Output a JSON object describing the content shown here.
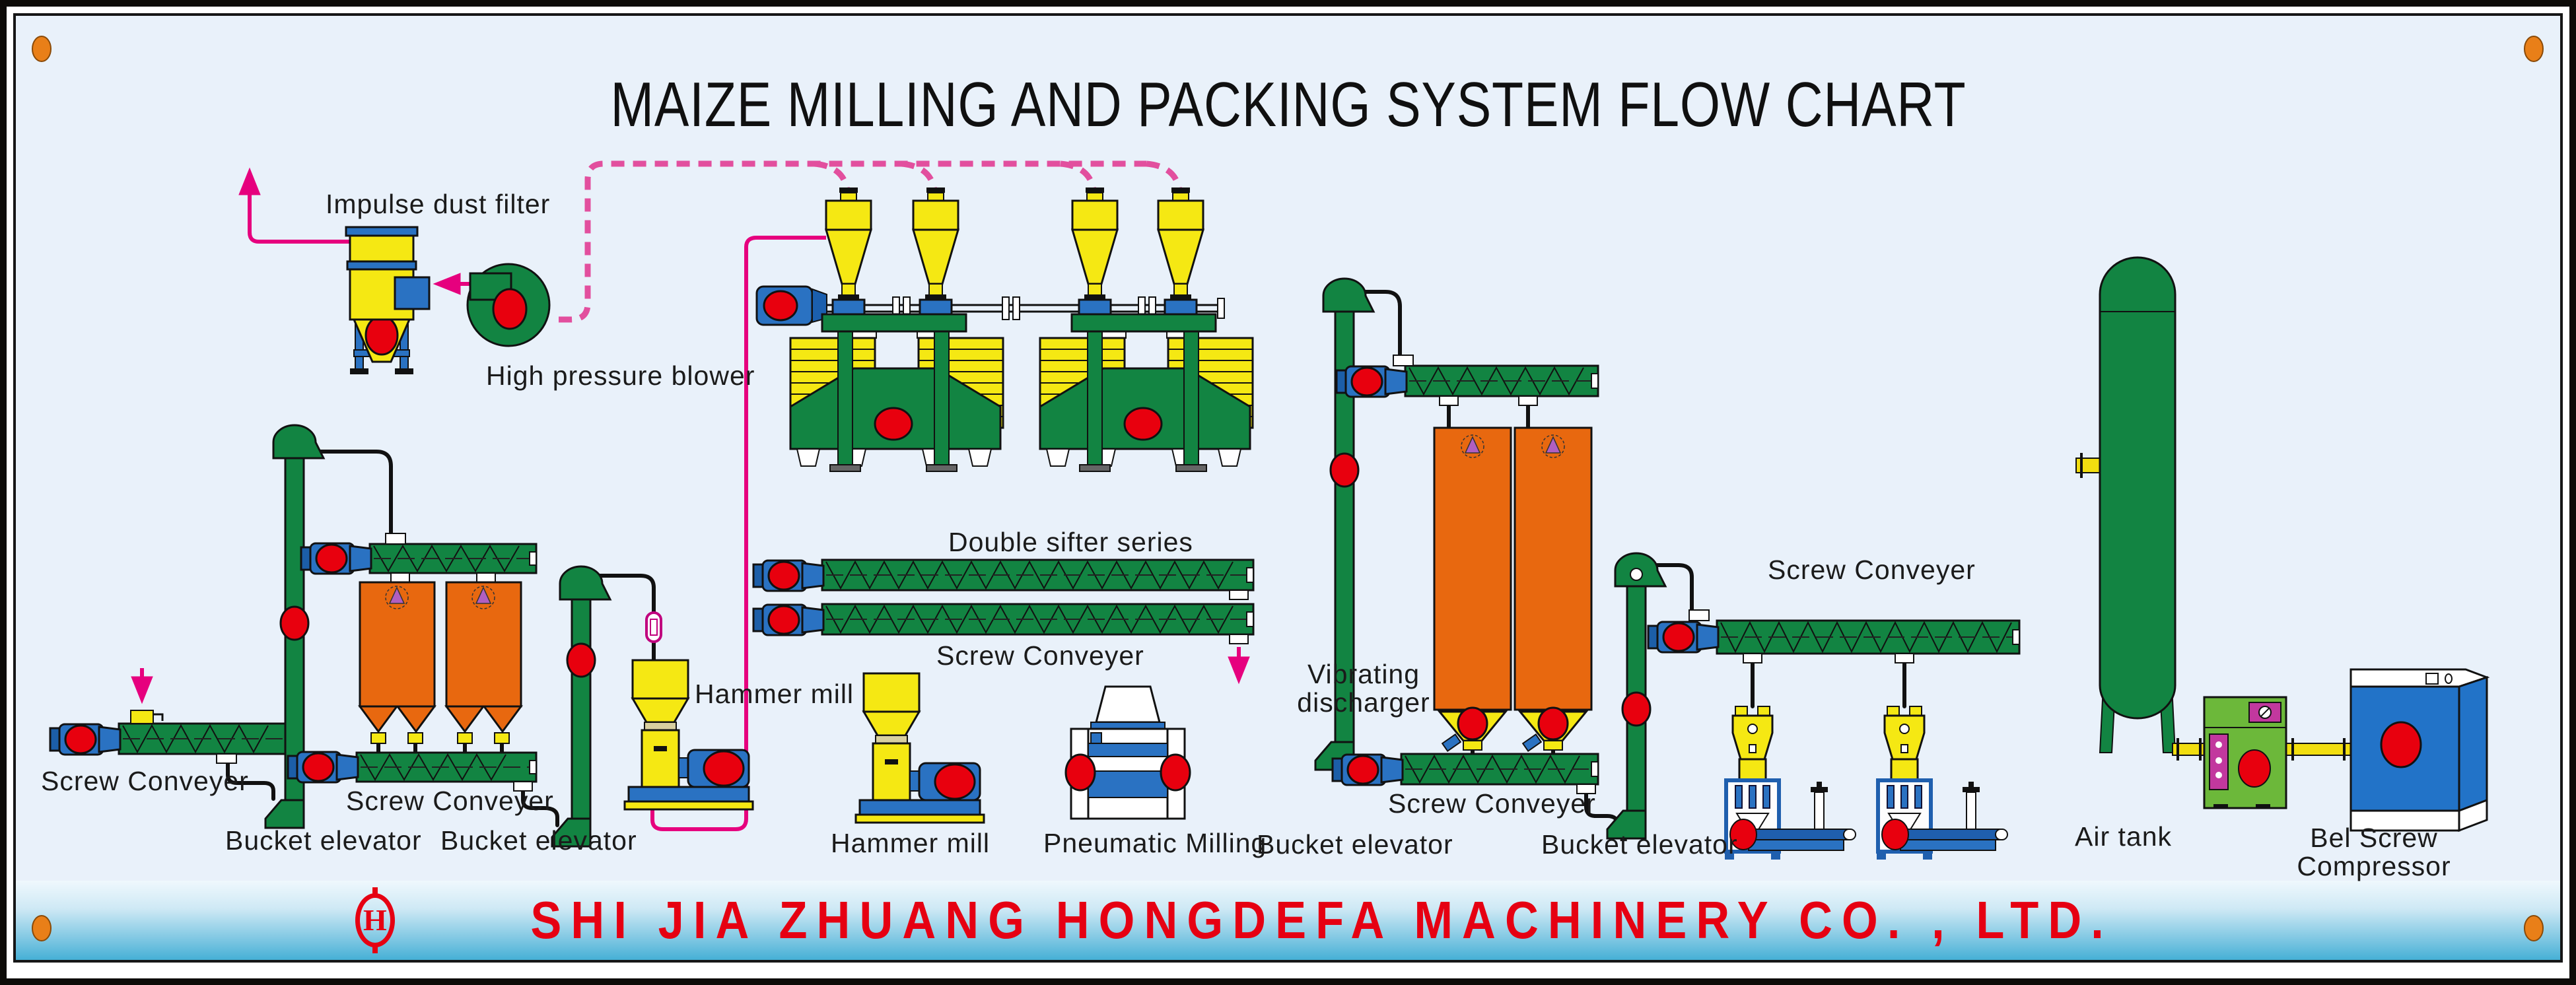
{
  "title": "MAIZE MILLING AND PACKING SYSTEM FLOW CHART",
  "banner": {
    "company": "SHI JIA ZHUANG HONGDEFA MACHINERY CO. , LTD.",
    "logo_letter": "H"
  },
  "labels": {
    "impulse_dust_filter": "Impulse dust filter",
    "high_pressure_blower": "High pressure blower",
    "screw_conveyer_intake": "Screw Conveyer",
    "bucket_elevator_1": "Bucket elevator",
    "screw_conveyer_silos": "Screw Conveyer",
    "bucket_elevator_2": "Bucket elevator",
    "hammer_mill_1": "Hammer mill",
    "hammer_mill_2": "Hammer mill",
    "pneumatic_milling": "Pneumatic Milling",
    "double_sifter_series": "Double sifter series",
    "screw_conveyer_sifter": "Screw Conveyer",
    "bucket_elevator_3": "Bucket elevator",
    "vibrating_discharger": "Vibrating\ndischarger",
    "screw_conveyer_discharge": "Screw Conveyer",
    "bucket_elevator_4": "Bucket elevator",
    "screw_conveyer_packing": "Screw Conveyer",
    "air_tank": "Air tank",
    "bel_screw_compressor": "Bel Screw\nCompressor"
  },
  "colors": {
    "background": "#e9f1fa",
    "machine_green": "#128442",
    "machine_yellow": "#f5e813",
    "silo_orange": "#e8680f",
    "motor_blue": "#2a72c2",
    "accent_red": "#e8000e",
    "solid_line_magenta": "#e6007e",
    "dashed_line_pink": "#e24f9e",
    "banner_red": "#e60012",
    "valve_purple": "#b05fc0"
  }
}
